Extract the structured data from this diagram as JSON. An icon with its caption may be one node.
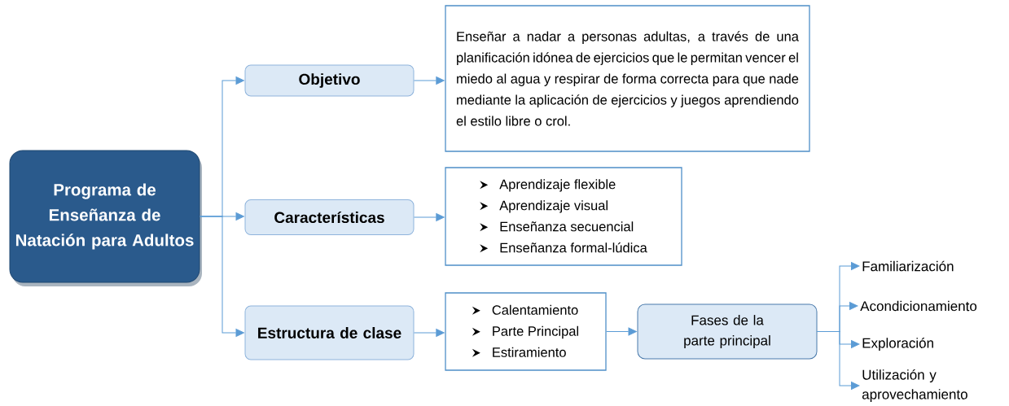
{
  "diagram": {
    "nodes": [
      {
        "text": [
          "Programa de Enseñanza de Natación para Adultos"
        ]
      },
      {
        "text": [
          "Objetivo"
        ]
      },
      {
        "text": [
          "Características"
        ]
      },
      {
        "text": [
          "Estructura de clase"
        ]
      },
      {
        "text": [
          "Enseñar a nadar a personas adultas, a través de una planificación idónea de ejercicios que le permitan vencer el miedo al agua y respirar de forma correcta para que nade mediante la aplicación de ejercicios y juegos aprendiendo el estilo libre o crol."
        ]
      },
      {
        "text": [
          "Aprendizaje flexible",
          "Aprendizaje visual",
          "Enseñanza secuencial",
          "Enseñanza formal-lúdica"
        ]
      },
      {
        "text": [
          "Calentamiento",
          "Parte Principal",
          "Estiramiento"
        ]
      },
      {
        "text": [
          "Fases de la parte principal"
        ]
      },
      {
        "text": [
          "Familiarización"
        ]
      },
      {
        "text": [
          "Acondicionamiento"
        ]
      },
      {
        "text": [
          "Exploración"
        ]
      },
      {
        "text": [
          "Utilización y aprovechamiento"
        ]
      }
    ],
    "edges": [
      {
        "from": 0,
        "to": 1,
        "arrow": "to"
      },
      {
        "from": 0,
        "to": 2,
        "arrow": "to"
      },
      {
        "from": 0,
        "to": 3,
        "arrow": "to"
      },
      {
        "from": 1,
        "to": 4,
        "arrow": "to"
      },
      {
        "from": 2,
        "to": 5,
        "arrow": "to"
      },
      {
        "from": 3,
        "to": 6,
        "arrow": "to"
      },
      {
        "from": 6,
        "to": 7,
        "arrow": "to"
      },
      {
        "from": 7,
        "to": 8,
        "arrow": "to"
      },
      {
        "from": 7,
        "to": 9,
        "arrow": "to"
      },
      {
        "from": 7,
        "to": 10,
        "arrow": "to"
      },
      {
        "from": 7,
        "to": 11,
        "arrow": "to"
      }
    ]
  }
}
